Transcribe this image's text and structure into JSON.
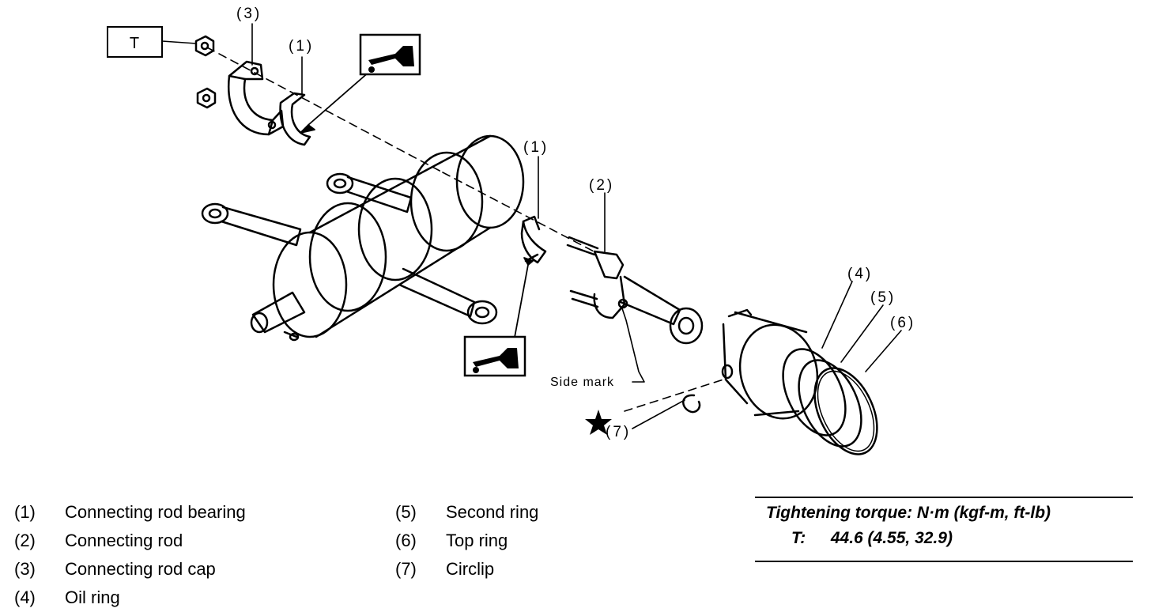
{
  "diagram": {
    "callouts": {
      "c1a": "(1)",
      "c1b": "(1)",
      "c2": "(2)",
      "c3": "(3)",
      "c4": "(4)",
      "c5": "(5)",
      "c6": "(6)",
      "c7": "(7)"
    },
    "torque_box_label": "T",
    "side_mark_label": "Side mark"
  },
  "legend": {
    "left": [
      {
        "num": "(1)",
        "text": "Connecting rod bearing"
      },
      {
        "num": "(2)",
        "text": "Connecting rod"
      },
      {
        "num": "(3)",
        "text": "Connecting rod cap"
      },
      {
        "num": "(4)",
        "text": "Oil ring"
      }
    ],
    "right": [
      {
        "num": "(5)",
        "text": "Second ring"
      },
      {
        "num": "(6)",
        "text": "Top ring"
      },
      {
        "num": "(7)",
        "text": "Circlip"
      }
    ]
  },
  "torque": {
    "title": "Tightening torque: N·m (kgf-m, ft-lb)",
    "label": "T:",
    "value": "44.6 (4.55, 32.9)"
  }
}
